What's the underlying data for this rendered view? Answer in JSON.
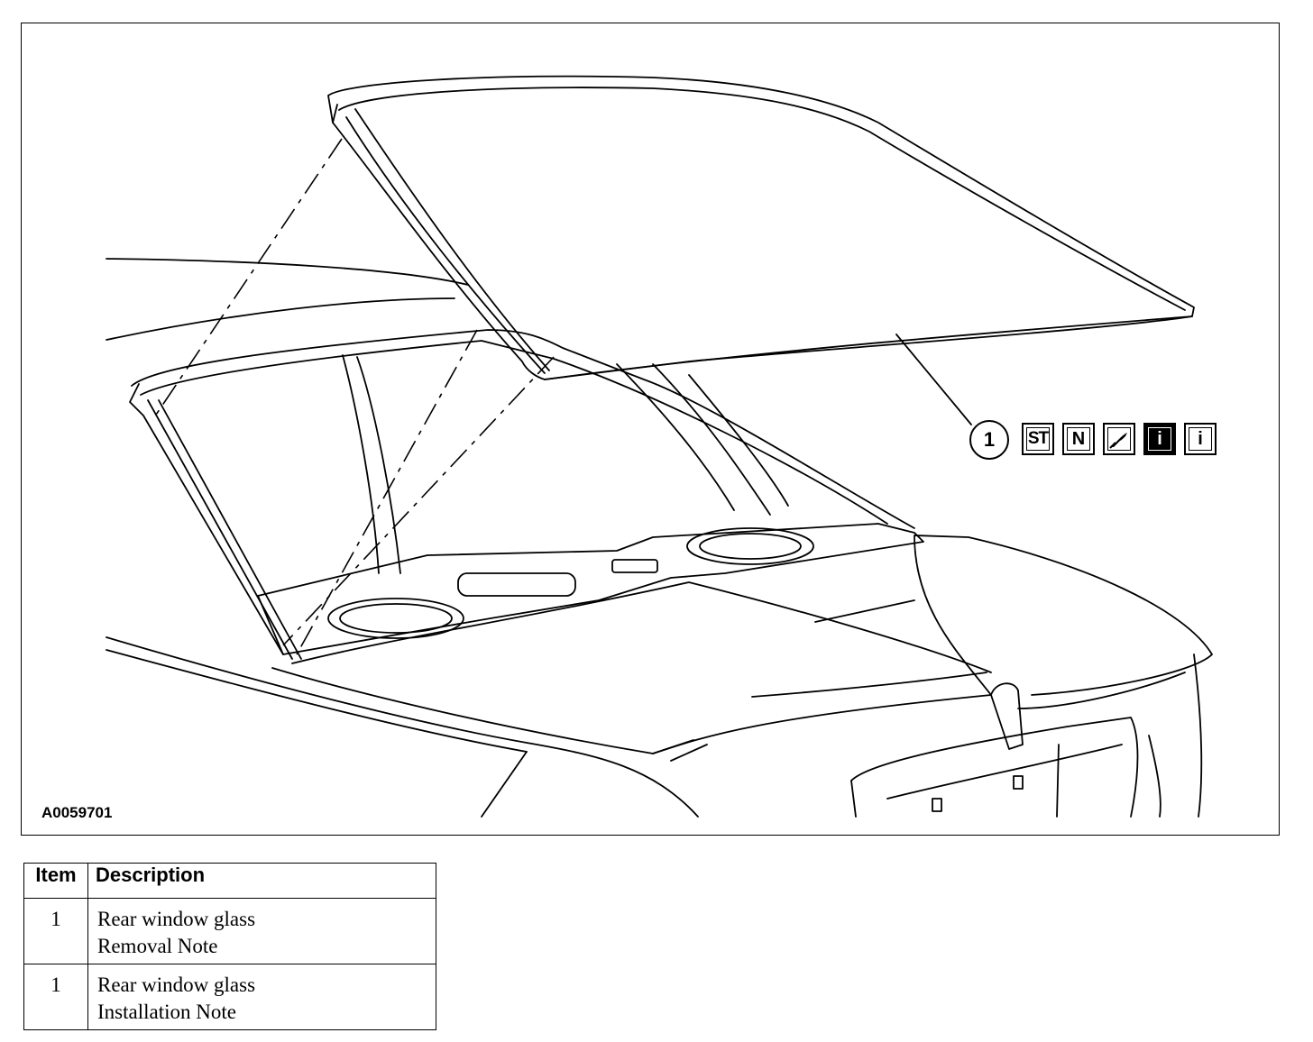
{
  "figure": {
    "id": "A0059701",
    "callout_number": "1",
    "symbols": [
      {
        "label": "ST",
        "icon": "special-tool-symbol",
        "style": "outline"
      },
      {
        "label": "N",
        "icon": "note-symbol",
        "style": "outline"
      },
      {
        "label": "",
        "icon": "adhesive-tube-symbol",
        "style": "outline"
      },
      {
        "label": "i",
        "icon": "info-symbol",
        "style": "filled"
      },
      {
        "label": "i",
        "icon": "info-symbol",
        "style": "outline"
      }
    ]
  },
  "table": {
    "headers": {
      "item": "Item",
      "description": "Description"
    },
    "rows": [
      {
        "item": "1",
        "line1": "Rear window glass",
        "line2": "Removal Note"
      },
      {
        "item": "1",
        "line1": "Rear window glass",
        "line2": "Installation Note"
      }
    ]
  }
}
